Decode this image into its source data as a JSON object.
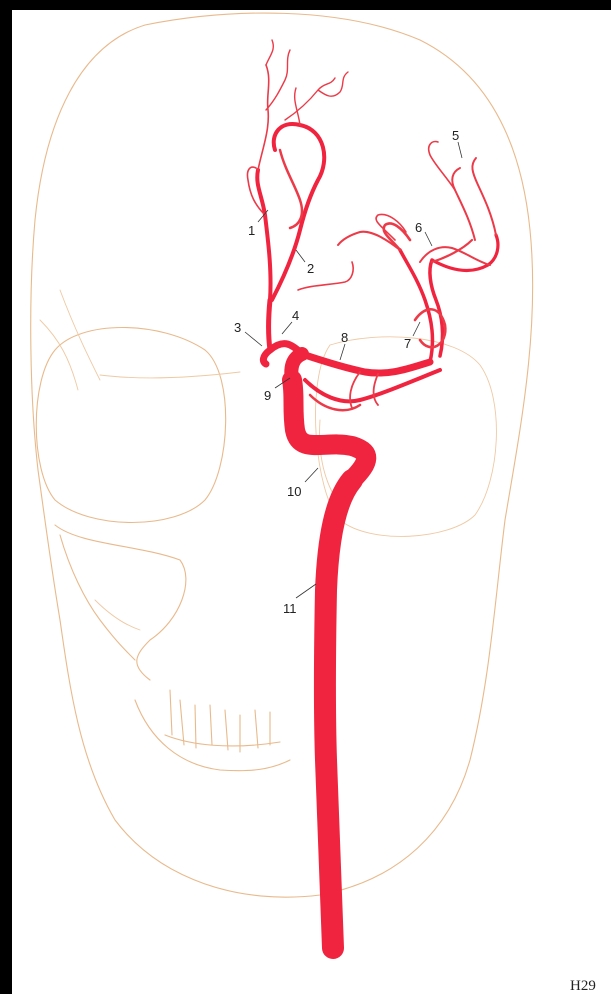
{
  "labels": {
    "l1": "1",
    "l2": "2",
    "l3": "3",
    "l4": "4",
    "l5": "5",
    "l6": "6",
    "l7": "7",
    "l8": "8",
    "l9": "9",
    "l10": "10",
    "l11": "11"
  },
  "plate_code": "H29",
  "colors": {
    "artery": "#f0243e",
    "skull_outline": "#e9b98c",
    "background": "#000000",
    "sheet": "#ffffff"
  }
}
